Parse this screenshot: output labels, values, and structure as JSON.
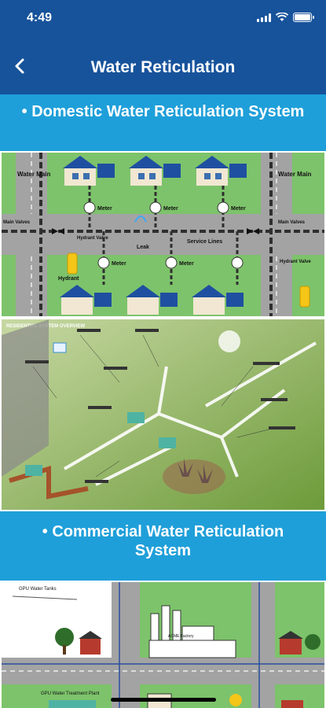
{
  "status_bar": {
    "time": "4:49"
  },
  "nav": {
    "title": "Water Reticulation",
    "back_icon": "chevron-left-icon"
  },
  "sections": [
    {
      "heading": "• Domestic Water Reticulation System"
    },
    {
      "heading": "• Commercial Water Reticulation System"
    }
  ],
  "domestic_diagram": {
    "labels": {
      "water_main_left": "Water Main",
      "water_main_right": "Water Main",
      "meter": "Meter",
      "main_valves_left": "Main Valves",
      "main_valves_right": "Main Valves",
      "hydrant_valve": "Hydrant Valve",
      "leak": "Leak",
      "service_lines": "Service Lines",
      "hydrant": "Hydrant",
      "hydrant_valve_right": "Hydrant Valve"
    }
  },
  "residential_diagram": {
    "title": "RESIDENTIAL SYSTEM OVERVIEW"
  },
  "commercial_diagram": {
    "labels": {
      "water_tank": "GPU Water Tanks",
      "factory": "ACME Factory",
      "treatment_plant": "GPU Water Treatment Plant"
    }
  },
  "colors": {
    "nav": "#17539b",
    "background": "#1f9fd9",
    "grass": "#7dc36b",
    "road": "#9a9a9a",
    "pipe": "#2f2f2f"
  }
}
